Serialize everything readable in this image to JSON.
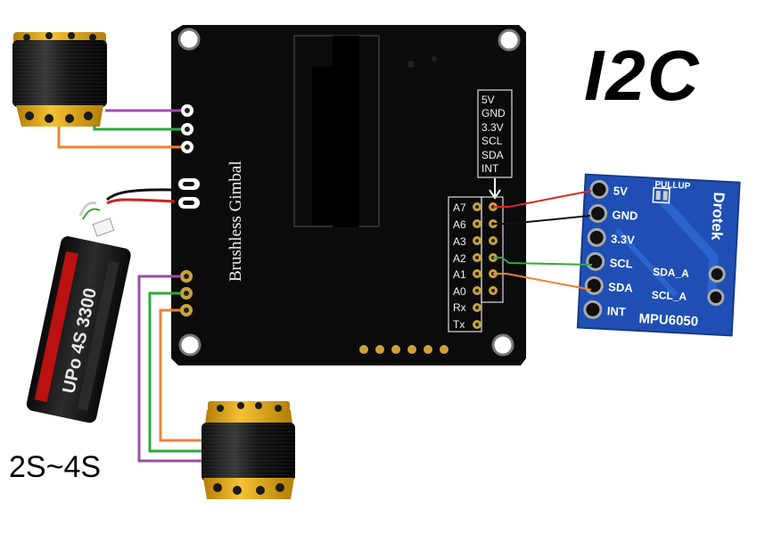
{
  "title": "I2C",
  "battery_label": "2S~4S",
  "battery_brand": "UPo 4S 3300",
  "board": {
    "label": "Brushless Gimbal",
    "header_labels": [
      "5V",
      "GND",
      "3.3V",
      "SCL",
      "SDA",
      "INT"
    ],
    "pin_labels": [
      "A7",
      "A6",
      "A3",
      "A2",
      "A1",
      "A0",
      "Rx",
      "Tx"
    ]
  },
  "sensor": {
    "brand": "Drotek",
    "model": "MPU6050",
    "pullup_label": "PULLUP",
    "left_pins": [
      "5V",
      "GND",
      "3.3V",
      "SCL",
      "SDA",
      "INT"
    ],
    "right_pins": [
      "SDA_A",
      "SCL_A"
    ]
  },
  "wires": [
    {
      "from": "A7",
      "to": "5V",
      "color": "#d62828"
    },
    {
      "from": "A6",
      "to": "GND",
      "color": "#111111"
    },
    {
      "from": "A2",
      "to": "SCL",
      "color": "#2eaa3c"
    },
    {
      "from": "A1",
      "to": "SDA",
      "color": "#f08232"
    }
  ],
  "motor_wire_colors": [
    "#9b4fa3",
    "#2eaa3c",
    "#f08232"
  ],
  "colors": {
    "board": "#0b0b0b",
    "sensor": "#1f4fb4",
    "pad": "#c9a23a",
    "motor_gold": "#e0a81b"
  }
}
